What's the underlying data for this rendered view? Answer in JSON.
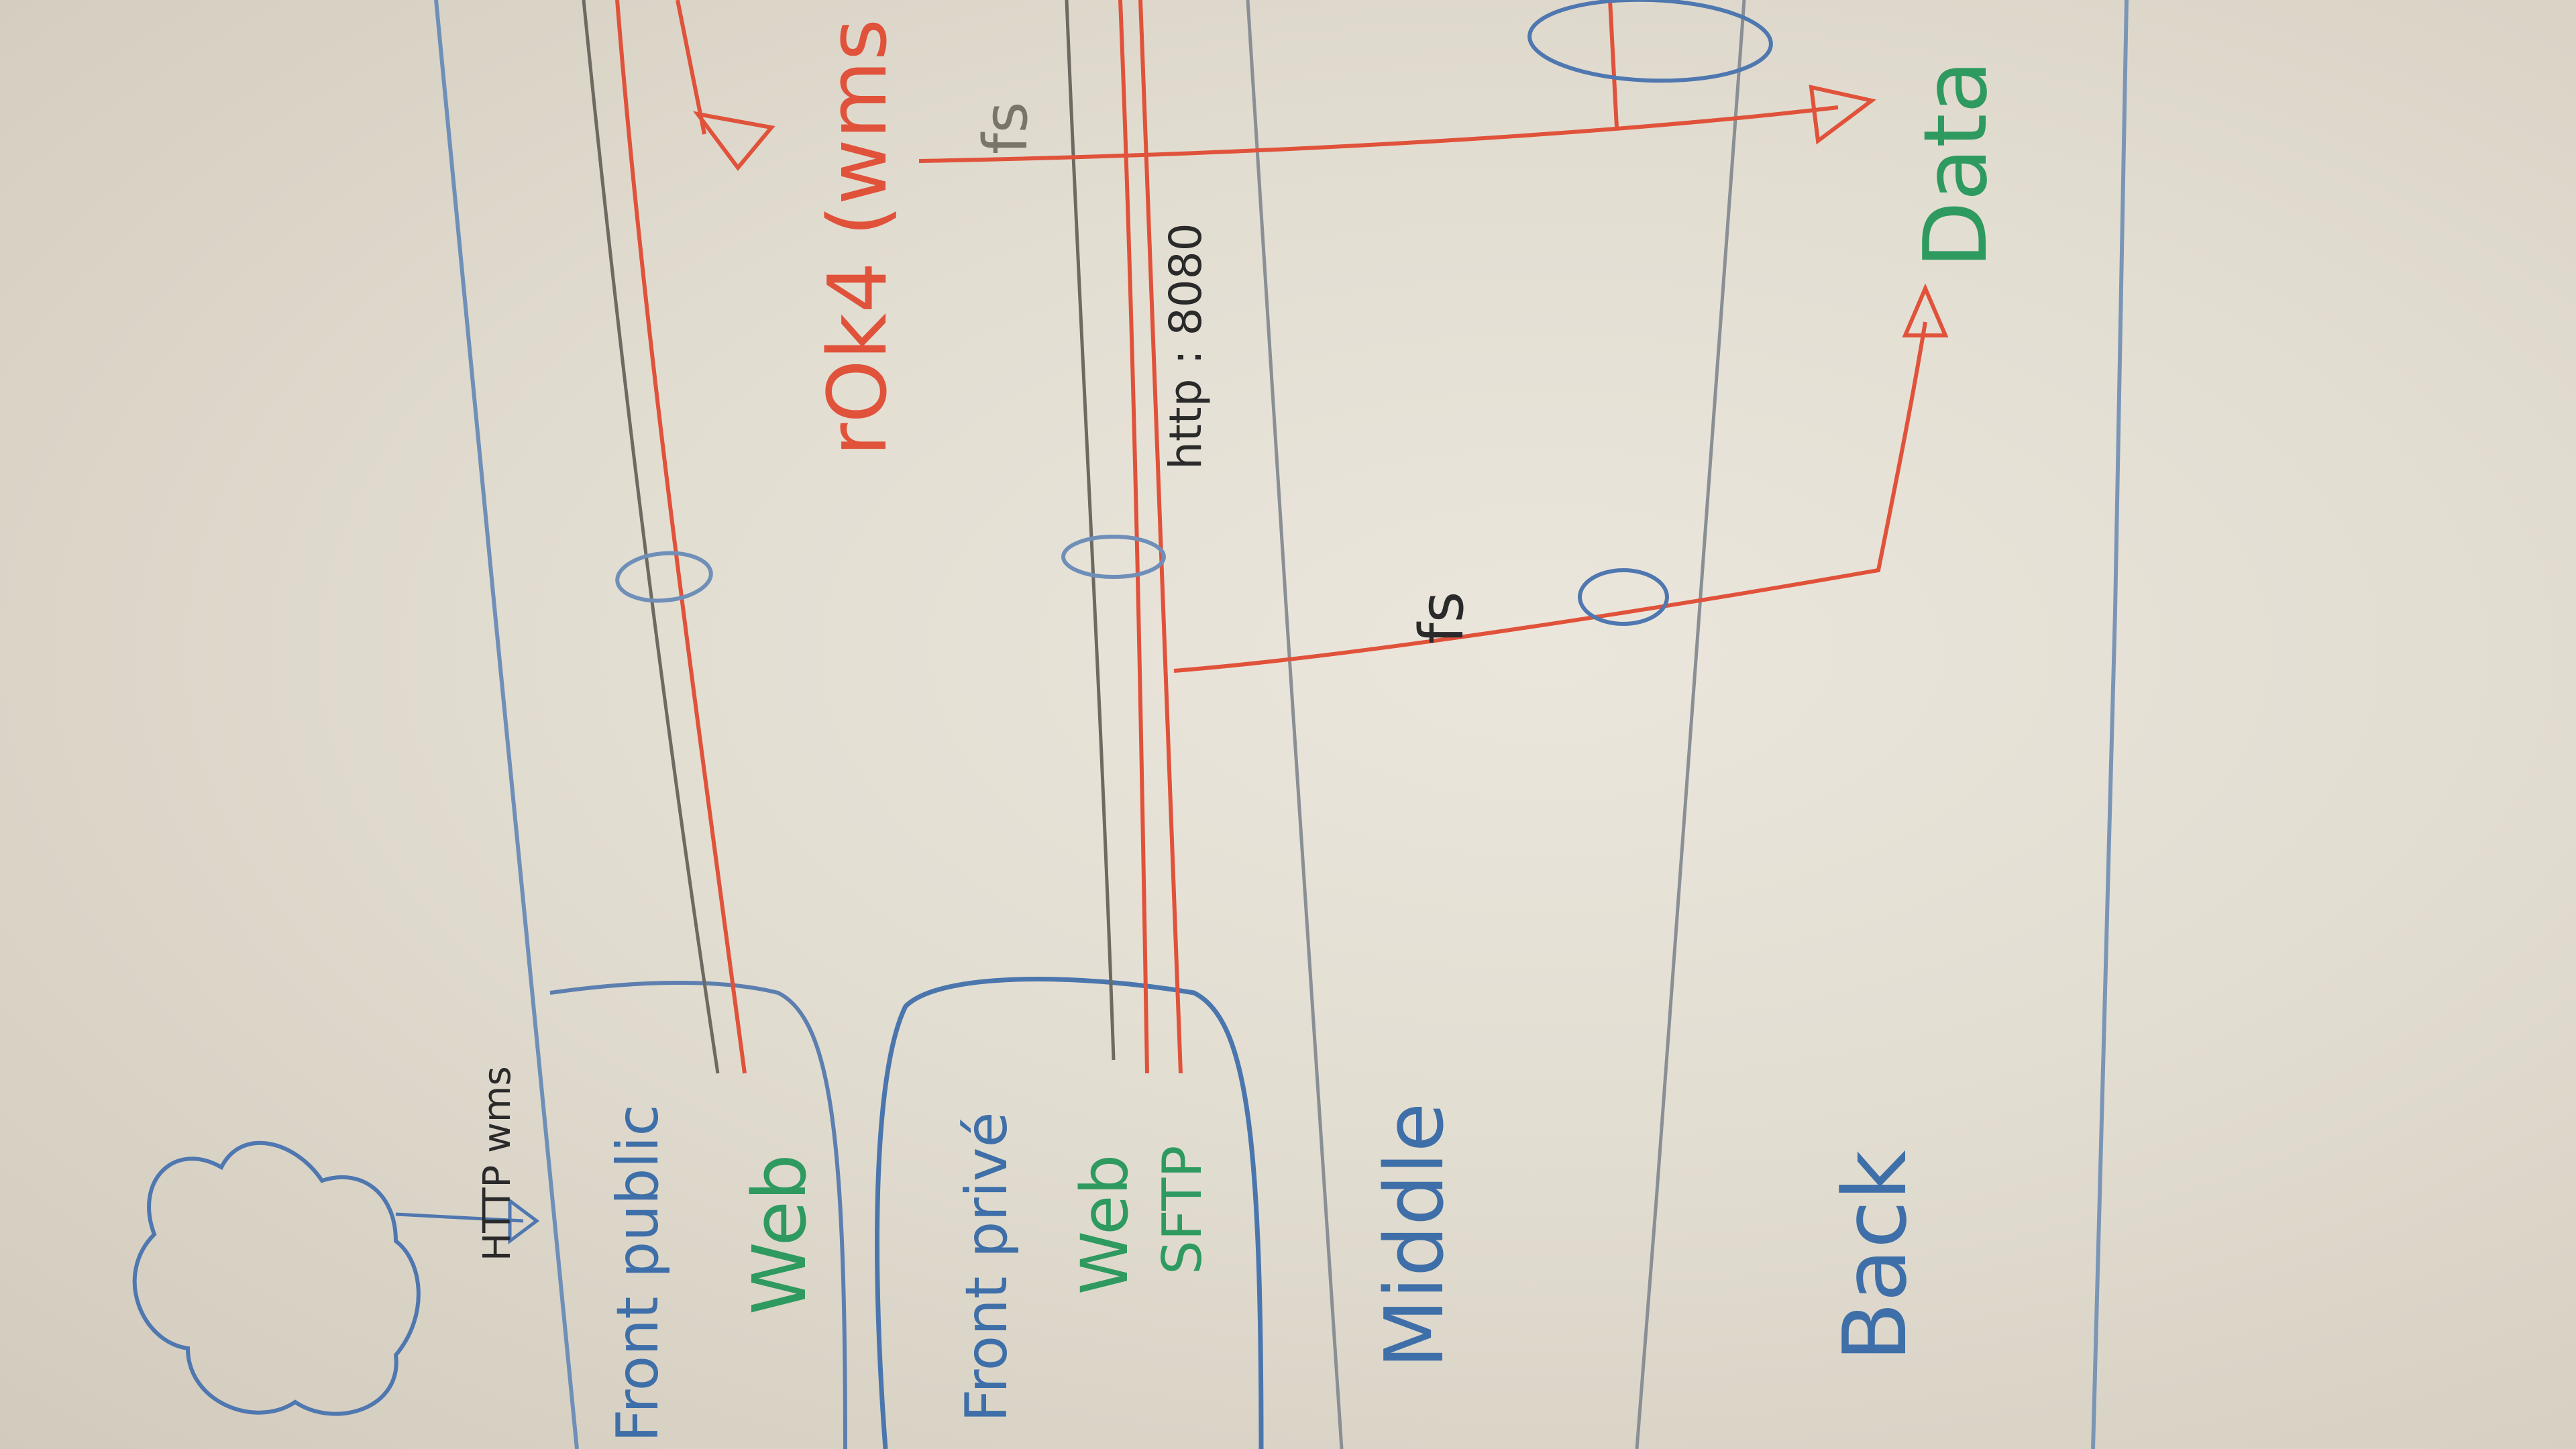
{
  "colors": {
    "board": "#e8e3d8",
    "blue_marker": "#3f6fa8",
    "green_marker": "#2f9a5f",
    "red_marker": "#e0523a",
    "black_marker": "#2a2a2a",
    "gray_marker": "#8a857a"
  },
  "labels": {
    "http_wms": "HTTP wms",
    "front_public": "Front public",
    "web_public": "Web",
    "front_prive": "Front privé",
    "web_prive": "Web",
    "sftp": "SFTP",
    "middle": "Middle",
    "back": "Back",
    "data": "Data",
    "fs_middle": "fs",
    "fs_top": "fs",
    "port": "http : 8080",
    "rok4": "rOk4 (wms"
  },
  "icons": {
    "cloud": "cloud-icon",
    "arrow": "arrow-head-icon",
    "connector": "cylinder-connector-icon"
  }
}
